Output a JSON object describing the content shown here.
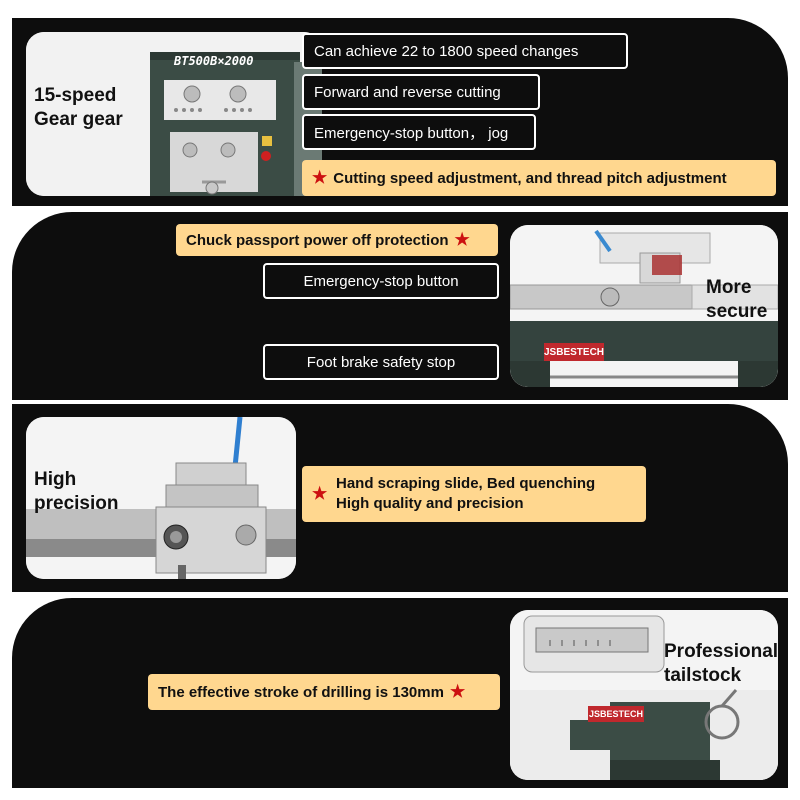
{
  "section1": {
    "feature_label": [
      "15-speed",
      "Gear gear"
    ],
    "machine_model": "BT500B×2000",
    "callouts": [
      "Can achieve 22 to 1800 speed changes",
      "Forward and reverse cutting",
      "Emergency-stop button， jog"
    ],
    "highlight": "Cutting speed adjustment, and thread pitch adjustment"
  },
  "section2": {
    "feature_label": [
      "More",
      "secure"
    ],
    "highlight": "Chuck passport power off protection",
    "callouts": [
      "Emergency-stop button",
      "Foot brake safety stop"
    ],
    "brand": "JSBESTECH"
  },
  "section3": {
    "feature_label": [
      "High",
      "precision"
    ],
    "highlight_lines": [
      "Hand scraping slide, Bed quenching",
      "High quality and precision"
    ]
  },
  "section4": {
    "feature_label": [
      "Professional",
      "tailstock"
    ],
    "highlight": "The effective stroke of drilling is 130mm",
    "brand": "JSBESTECH"
  },
  "colors": {
    "band": "#0d0d0d",
    "highlight_bg": "#ffd78f",
    "star": "#cc1010",
    "machine_green": "#3b4c45"
  },
  "icons": [
    "star-icon"
  ]
}
